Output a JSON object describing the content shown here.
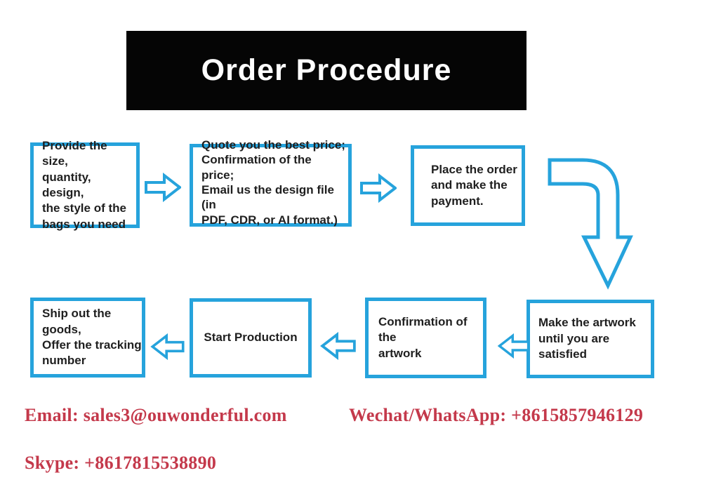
{
  "banner": {
    "title": "Order Procedure"
  },
  "steps": [
    {
      "id": "provide",
      "label": "Provide the size,\nquantity, design,\nthe style of the\nbags you need"
    },
    {
      "id": "quote",
      "label": "Quote you the best price;\nConfirmation of the price;\nEmail us the design file (in\nPDF, CDR, or AI format.)"
    },
    {
      "id": "place-order",
      "label": "Place the order\nand make the\npayment."
    },
    {
      "id": "make-artwork",
      "label": "Make the artwork\nuntil you are satisfied"
    },
    {
      "id": "confirm-artwork",
      "label": "Confirmation of the\nartwork"
    },
    {
      "id": "production",
      "label": "Start Production"
    },
    {
      "id": "ship",
      "label": "Ship out the goods,\nOffer the tracking\nnumber"
    }
  ],
  "contact": {
    "email": "Email: sales3@ouwonderful.com",
    "wechat": "Wechat/WhatsApp: +8615857946129",
    "skype": "Skype: +8617815538890"
  },
  "icons": {
    "arrow_right": "block-arrow-right",
    "arrow_left": "block-arrow-left",
    "arrow_elbow": "elbow-arrow-right-down"
  },
  "colors": {
    "accent": "#26a3dc",
    "contact_text": "#c4394b",
    "banner_bg": "#050505",
    "banner_text": "#ffffff",
    "box_text": "#1f1f1f"
  }
}
